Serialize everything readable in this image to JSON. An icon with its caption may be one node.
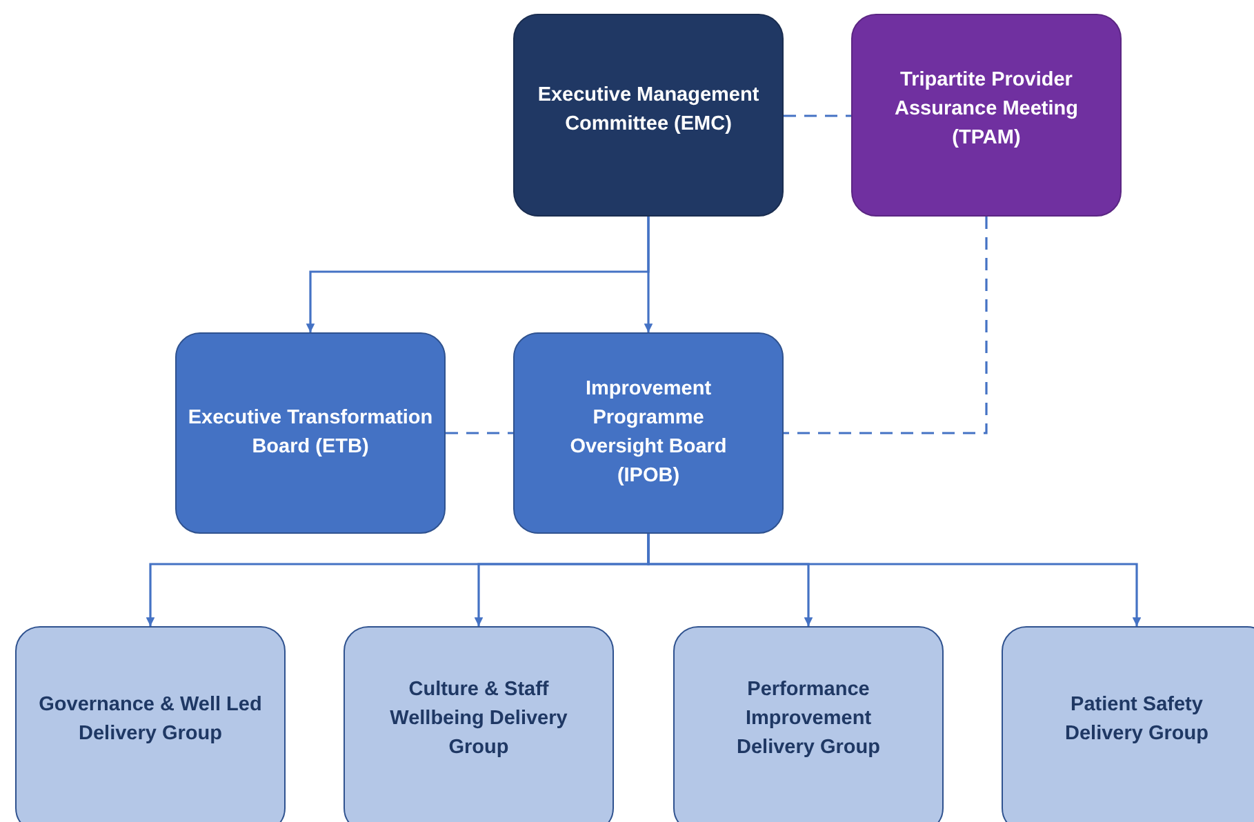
{
  "diagram": {
    "nodes": [
      {
        "text": [
          "Executive Management Committee (EMC)"
        ]
      },
      {
        "text": [
          "Tripartite Provider Assurance Meeting (TPAM)"
        ]
      },
      {
        "text": [
          "Executive Transformation Board (ETB)"
        ]
      },
      {
        "text": [
          "Improvement Programme Oversight Board (IPOB)"
        ]
      },
      {
        "text": [
          "Governance & Well Led Delivery Group"
        ]
      },
      {
        "text": [
          "Culture & Staff Wellbeing Delivery Group"
        ]
      },
      {
        "text": [
          "Performance Improvement Delivery Group"
        ]
      },
      {
        "text": [
          "Patient Safety Delivery Group"
        ]
      }
    ],
    "edges": [
      {
        "from": 0,
        "to": 1,
        "arrow": "none",
        "style": "dashed"
      },
      {
        "from": 0,
        "to": 2,
        "arrow": "to"
      },
      {
        "from": 0,
        "to": 3,
        "arrow": "to"
      },
      {
        "from": 2,
        "to": 3,
        "arrow": "none",
        "style": "dashed"
      },
      {
        "from": 1,
        "to": 3,
        "arrow": "none",
        "style": "dashed"
      },
      {
        "from": 3,
        "to": 4,
        "arrow": "to"
      },
      {
        "from": 3,
        "to": 5,
        "arrow": "to"
      },
      {
        "from": 3,
        "to": 6,
        "arrow": "to"
      },
      {
        "from": 3,
        "to": 7,
        "arrow": "to"
      }
    ]
  }
}
